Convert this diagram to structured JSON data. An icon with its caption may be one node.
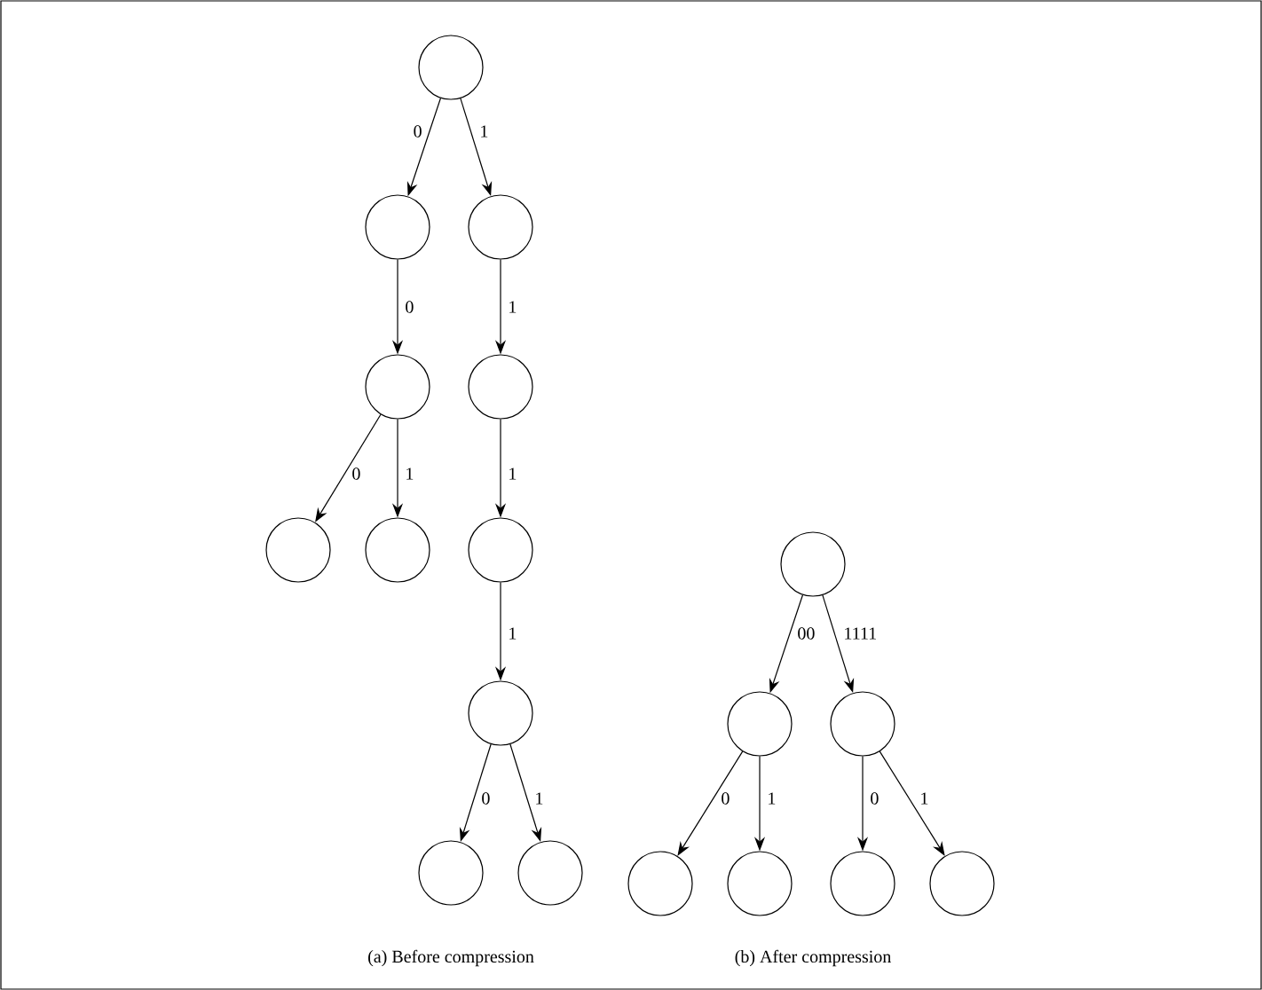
{
  "diagram": {
    "nodes": [
      {
        "text": [],
        "shape": "circle"
      },
      {
        "text": [],
        "shape": "circle"
      },
      {
        "text": [],
        "shape": "circle"
      },
      {
        "text": [],
        "shape": "circle"
      },
      {
        "text": [],
        "shape": "circle"
      },
      {
        "text": [],
        "shape": "circle"
      },
      {
        "text": [],
        "shape": "circle"
      },
      {
        "text": [],
        "shape": "circle"
      },
      {
        "text": [],
        "shape": "circle"
      },
      {
        "text": [],
        "shape": "circle"
      },
      {
        "text": [],
        "shape": "circle"
      },
      {
        "text": [],
        "shape": "circle"
      },
      {
        "text": [],
        "shape": "circle"
      },
      {
        "text": [],
        "shape": "circle"
      },
      {
        "text": [],
        "shape": "circle"
      },
      {
        "text": [],
        "shape": "circle"
      },
      {
        "text": [],
        "shape": "circle"
      },
      {
        "text": [],
        "shape": "circle"
      }
    ],
    "edges": [
      {
        "from": 0,
        "to": 1,
        "arrow": "to",
        "label": "0"
      },
      {
        "from": 0,
        "to": 2,
        "arrow": "to",
        "label": "1"
      },
      {
        "from": 1,
        "to": 3,
        "arrow": "to",
        "label": "0"
      },
      {
        "from": 2,
        "to": 4,
        "arrow": "to",
        "label": "1"
      },
      {
        "from": 3,
        "to": 5,
        "arrow": "to",
        "label": "0"
      },
      {
        "from": 3,
        "to": 6,
        "arrow": "to",
        "label": "1"
      },
      {
        "from": 4,
        "to": 7,
        "arrow": "to",
        "label": "1"
      },
      {
        "from": 7,
        "to": 8,
        "arrow": "to",
        "label": "1"
      },
      {
        "from": 8,
        "to": 9,
        "arrow": "to",
        "label": "0"
      },
      {
        "from": 8,
        "to": 10,
        "arrow": "to",
        "label": "1"
      },
      {
        "from": 11,
        "to": 12,
        "arrow": "to",
        "label": "00"
      },
      {
        "from": 11,
        "to": 13,
        "arrow": "to",
        "label": "1111"
      },
      {
        "from": 12,
        "to": 14,
        "arrow": "to",
        "label": "0"
      },
      {
        "from": 12,
        "to": 15,
        "arrow": "to",
        "label": "1"
      },
      {
        "from": 13,
        "to": 16,
        "arrow": "to",
        "label": "0"
      },
      {
        "from": 13,
        "to": 17,
        "arrow": "to",
        "label": "1"
      }
    ],
    "labels": [
      "(a) Before compression",
      "(b) After compression"
    ]
  }
}
